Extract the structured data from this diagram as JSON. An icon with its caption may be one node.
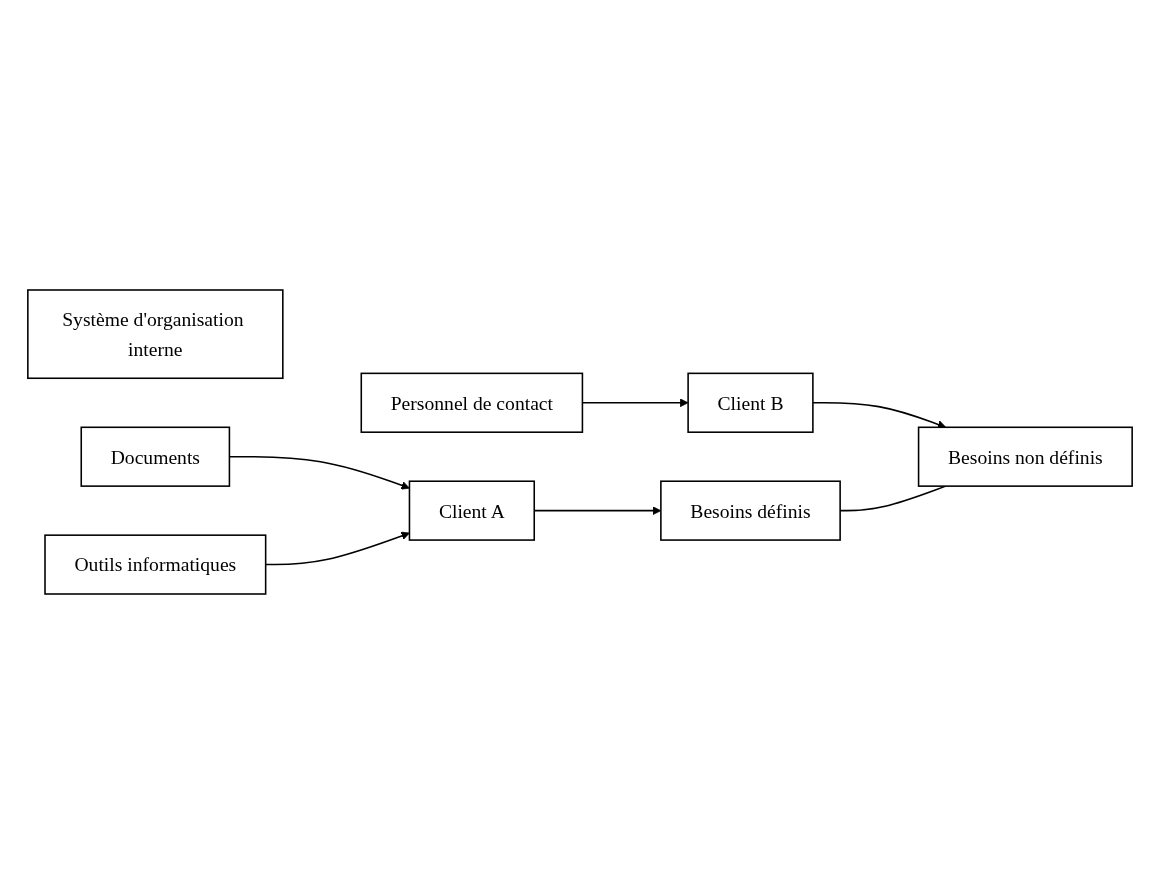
{
  "diagram": {
    "nodes": [
      {
        "text": [
          "Système d'organisation interne"
        ]
      },
      {
        "text": [
          "Documents"
        ]
      },
      {
        "text": [
          "Outils informatiques"
        ]
      },
      {
        "text": [
          "Personnel de contact"
        ]
      },
      {
        "text": [
          "Client A"
        ]
      },
      {
        "text": [
          "Besoins définis"
        ]
      },
      {
        "text": [
          "Client B"
        ]
      },
      {
        "text": [
          "Besoins non définis"
        ]
      }
    ],
    "edges": [
      {
        "from": 1,
        "to": 4,
        "arrow": "to"
      },
      {
        "from": 2,
        "to": 4,
        "arrow": "to"
      },
      {
        "from": 3,
        "to": 6,
        "arrow": "to"
      },
      {
        "from": 4,
        "to": 5,
        "arrow": "to"
      },
      {
        "from": 6,
        "to": 7,
        "arrow": "to"
      },
      {
        "from": 5,
        "to": 7,
        "arrow": "none"
      }
    ]
  }
}
